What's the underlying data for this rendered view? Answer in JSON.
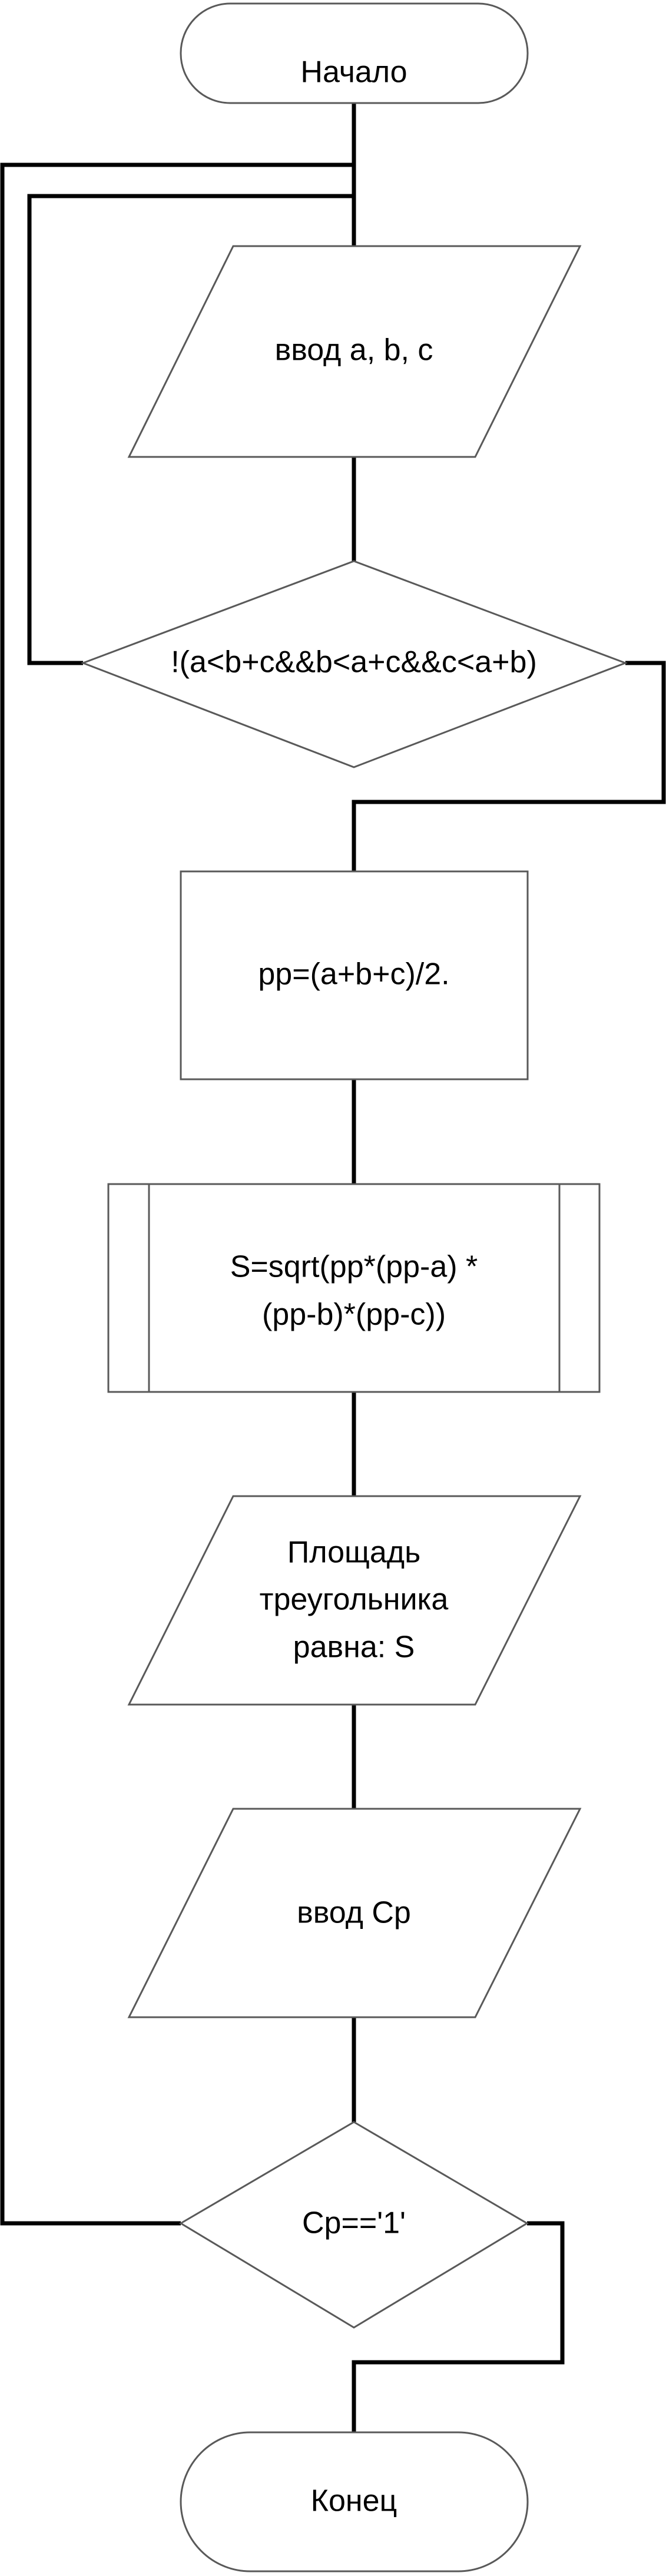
{
  "flowchart": {
    "start": "Начало",
    "input_abc": "ввод a, b, c",
    "condition_triangle": "!(a<b+c&&b<a+c&&c<a+b)",
    "semiperimeter": "pp=(a+b+c)/2.",
    "area_formula": [
      "S=sqrt(pp*(pp-a) *",
      "(pp-b)*(pp-c))"
    ],
    "output_area": [
      "Площадь",
      "треугольника",
      "равна: S"
    ],
    "input_cp": "ввод Cp",
    "condition_repeat": "Cp=='1'",
    "end": "Конец"
  }
}
